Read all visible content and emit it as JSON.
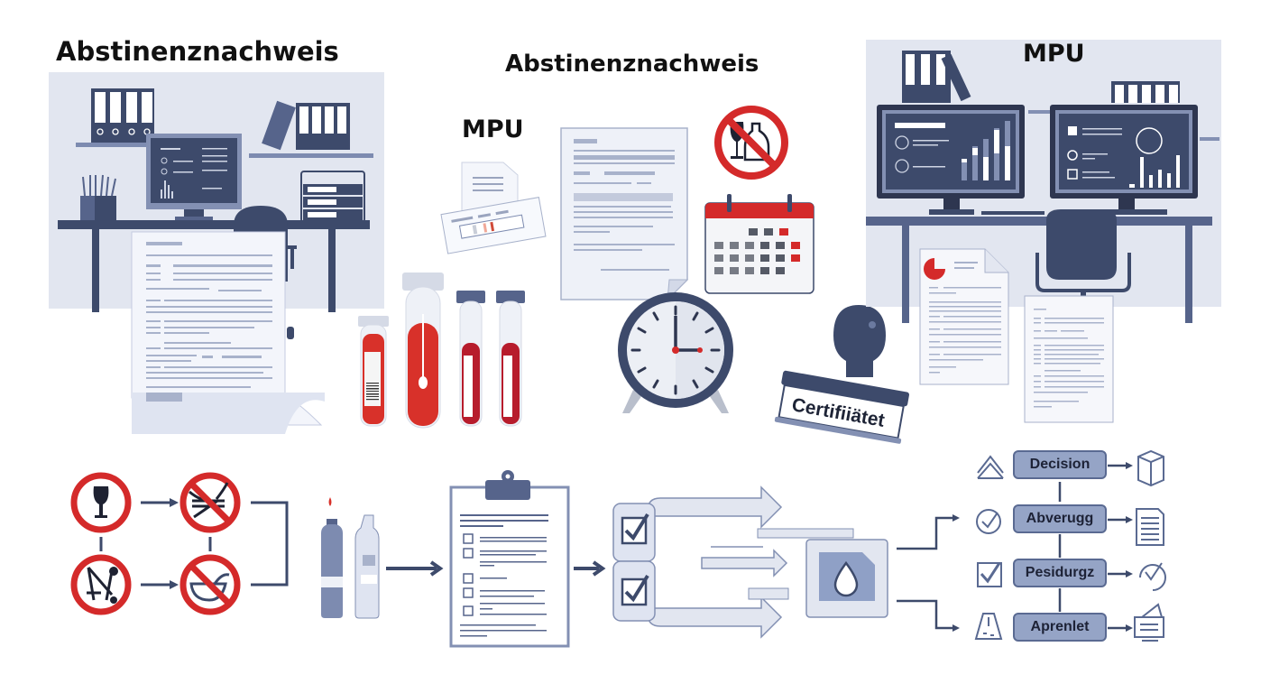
{
  "titles": {
    "left_heading": "Abstinenznachweis",
    "center_heading": "Abstinenznachweis",
    "center_sub_heading": "MPU",
    "right_heading": "MPU"
  },
  "stamp": {
    "label": "Certifiiätet"
  },
  "flow_nodes": [
    {
      "label": "Decision"
    },
    {
      "label": "Abverugg"
    },
    {
      "label": "Pesidurgz"
    },
    {
      "label": "Aprenlet"
    }
  ],
  "clock": {
    "hour": 3,
    "minute": 0
  },
  "colors": {
    "navy": "#3d4a6b",
    "slate": "#5a6a92",
    "panel": "#e2e6f0",
    "light_blue": "#c9d1e4",
    "red": "#d42a2a",
    "blood": "#b71c2c",
    "node_fill": "#95a4c6"
  },
  "icons": {
    "prohibition_signs": [
      "no-alcohol-glass",
      "no-drugs-plant",
      "no-substance-person",
      "no-bowl"
    ],
    "right_side": [
      "box-icon",
      "document-icon",
      "check-cycle-icon",
      "monitor-letter-icon"
    ],
    "left_side": [
      "up-chevrons-icon",
      "check-badge-icon",
      "checkbox-icon",
      "flask-icon"
    ]
  }
}
